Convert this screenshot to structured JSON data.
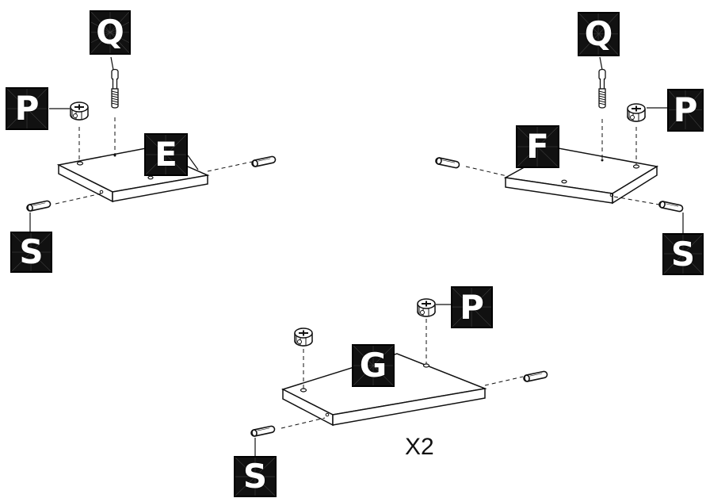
{
  "diagram": {
    "multiplier": "X2",
    "labels": {
      "E": "E",
      "F": "F",
      "G": "G",
      "P": "P",
      "Q": "Q",
      "S": "S"
    },
    "colors": {
      "ink": "#111111",
      "tag_bg": "#111111",
      "tag_text": "#ffffff",
      "paper": "#ffffff"
    },
    "icons": [
      "cam-lock-fitting-icon",
      "cam-bolt-icon",
      "wooden-dowel-icon",
      "panel-icon"
    ]
  }
}
